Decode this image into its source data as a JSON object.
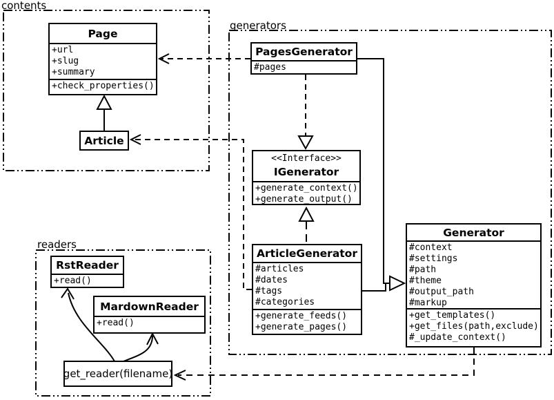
{
  "colors": {
    "stroke": "#000000",
    "background": "#ffffff"
  },
  "packages": {
    "contents": {
      "label": "contents"
    },
    "generators": {
      "label": "generators"
    },
    "readers": {
      "label": "readers"
    }
  },
  "classes": {
    "page": {
      "title": "Page",
      "attributes": [
        "+url",
        "+slug",
        "+summary"
      ],
      "methods": [
        "+check_properties()"
      ]
    },
    "article": {
      "title": "Article"
    },
    "pages_generator": {
      "title": "PagesGenerator",
      "attributes": [
        "#pages"
      ]
    },
    "igenerator": {
      "stereotype": "<<Interface>>",
      "title": "IGenerator",
      "methods": [
        "+generate_context()",
        "+generate_output()"
      ]
    },
    "article_generator": {
      "title": "ArticleGenerator",
      "attributes": [
        "#articles",
        "#dates",
        "#tags",
        "#categories"
      ],
      "methods": [
        "+generate_feeds()",
        "+generate_pages()"
      ]
    },
    "generator": {
      "title": "Generator",
      "attributes": [
        "#context",
        "#settings",
        "#path",
        "#theme",
        "#output_path",
        "#markup"
      ],
      "methods": [
        "+get_templates()",
        "+get_files(path,exclude)",
        "#_update_context()"
      ]
    },
    "rst_reader": {
      "title": "RstReader",
      "methods": [
        "+read()"
      ]
    },
    "mardown_reader": {
      "title": "MardownReader",
      "methods": [
        "+read()"
      ]
    },
    "get_reader": {
      "title": "get_reader(filename)"
    }
  },
  "relationships": [
    {
      "from": "Article",
      "to": "Page",
      "type": "inheritance",
      "line": "solid-hollow-triangle"
    },
    {
      "from": "PagesGenerator",
      "to": "Page",
      "type": "dependency",
      "line": "dashed-open-arrow"
    },
    {
      "from": "ArticleGenerator",
      "to": "Article",
      "type": "dependency",
      "line": "dashed-open-arrow"
    },
    {
      "from": "PagesGenerator",
      "to": "IGenerator",
      "type": "realization",
      "line": "dashed-hollow-triangle"
    },
    {
      "from": "ArticleGenerator",
      "to": "IGenerator",
      "type": "realization",
      "line": "dashed-hollow-triangle"
    },
    {
      "from": "PagesGenerator",
      "to": "Generator",
      "type": "inheritance",
      "line": "solid-hollow-triangle"
    },
    {
      "from": "ArticleGenerator",
      "to": "Generator",
      "type": "inheritance",
      "line": "solid-hollow-triangle"
    },
    {
      "from": "Generator",
      "to": "get_reader(filename)",
      "type": "dependency",
      "line": "dashed-open-arrow"
    },
    {
      "from": "get_reader(filename)",
      "to": "RstReader",
      "type": "dependency",
      "line": "curved-open-arrow"
    },
    {
      "from": "get_reader(filename)",
      "to": "MardownReader",
      "type": "dependency",
      "line": "curved-open-arrow"
    }
  ]
}
